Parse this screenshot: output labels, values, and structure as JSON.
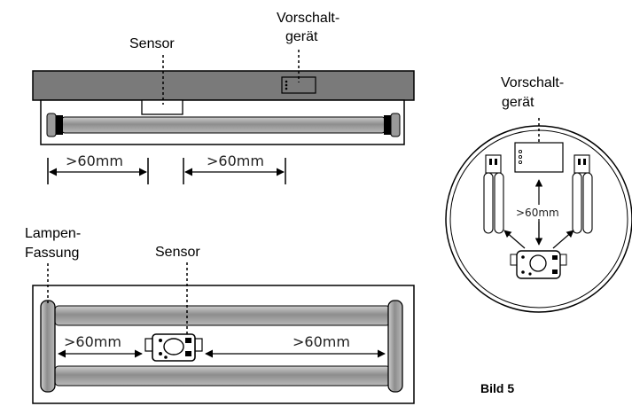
{
  "labels": {
    "sensor_top": "Sensor",
    "ballast_top_line1": "Vorschalt-",
    "ballast_top_line2": "gerät",
    "dim_top_left": ">60mm",
    "dim_top_right": ">60mm",
    "lamp_socket_line1": "Lampen-",
    "lamp_socket_line2": "Fassung",
    "sensor_bottom": "Sensor",
    "dim_bottom_left": ">60mm",
    "dim_bottom_right": ">60mm",
    "ballast_round_line1": "Vorschalt-",
    "ballast_round_line2": "gerät",
    "dim_round": ">60mm",
    "figure_caption": "Bild 5"
  },
  "colors": {
    "housing_gray": "#7a7a7a",
    "tube_gray": "#9a9a9a",
    "line": "#000000"
  }
}
